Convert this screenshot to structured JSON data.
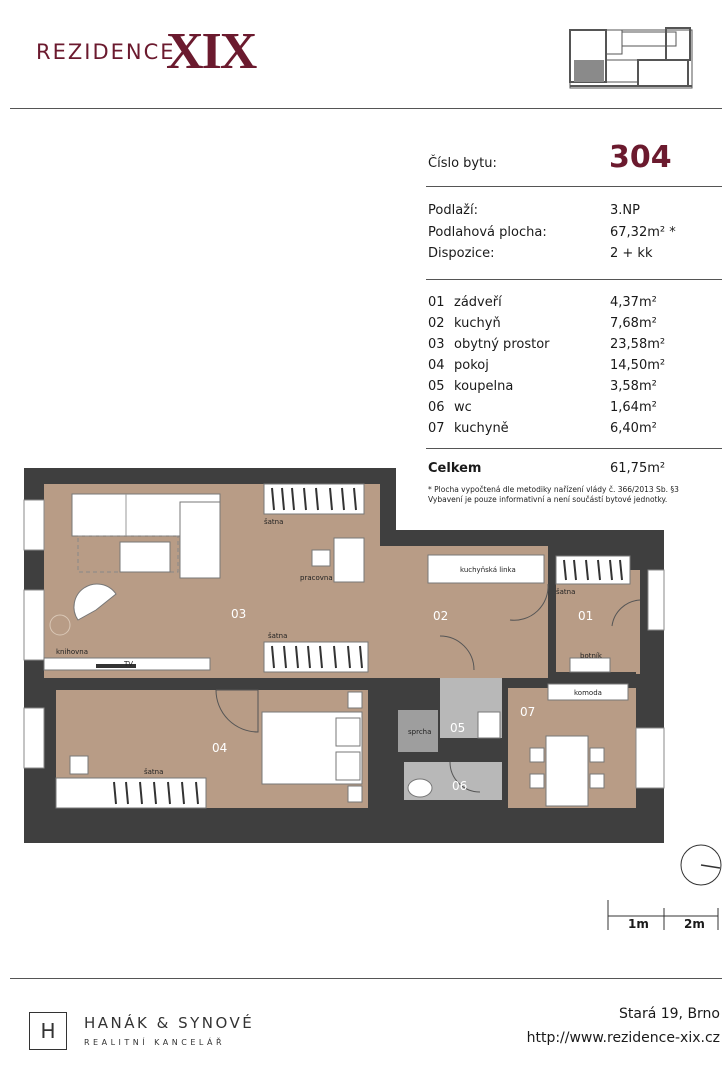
{
  "brand": {
    "name_prefix": "REZIDENCE",
    "name_suffix": "XIX"
  },
  "unit": {
    "number_label": "Číslo bytu:",
    "number": "304",
    "floor_label": "Podlaží:",
    "floor": "3.NP",
    "area_label": "Podlahová plocha:",
    "area": "67,32m² *",
    "layout_label": "Dispozice:",
    "layout": "2 + kk"
  },
  "rooms": [
    {
      "id": "01",
      "name": "zádveří",
      "area": "4,37m²"
    },
    {
      "id": "02",
      "name": "kuchyň",
      "area": "7,68m²"
    },
    {
      "id": "03",
      "name": "obytný prostor",
      "area": "23,58m²"
    },
    {
      "id": "04",
      "name": "pokoj",
      "area": "14,50m²"
    },
    {
      "id": "05",
      "name": "koupelna",
      "area": "3,58m²"
    },
    {
      "id": "06",
      "name": "wc",
      "area": "1,64m²"
    },
    {
      "id": "07",
      "name": "kuchyně",
      "area": "6,40m²"
    }
  ],
  "total": {
    "label": "Celkem",
    "area": "61,75m²"
  },
  "note": {
    "line1": "* Plocha vypočtená dle metodiky nařízení vlády č. 366/2013 Sb. §3",
    "line2": "Vybavení je pouze informativní a není součástí bytové jednotky."
  },
  "plan_labels": {
    "satna": "šatna",
    "pracovna": "pracovna",
    "kuchynska_linka": "kuchyňská linka",
    "knihovna": "knihovna",
    "tv": "TV",
    "botnik": "botník",
    "komoda": "komoda",
    "sprcha": "sprcha"
  },
  "scale": {
    "m1": "1m",
    "m2": "2m"
  },
  "company": {
    "name": "HANÁK & SYNOVÉ",
    "subtitle": "REALITNÍ KANCELÁŘ",
    "logo_letter": "H"
  },
  "contact": {
    "address": "Stará 19, Brno",
    "url": "http://www.rezidence-xix.cz"
  },
  "colors": {
    "brand": "#6b1a2e",
    "wall": "#3f3f3f",
    "floor_wood": "#b89c86",
    "floor_tile": "#b8b8b8"
  }
}
